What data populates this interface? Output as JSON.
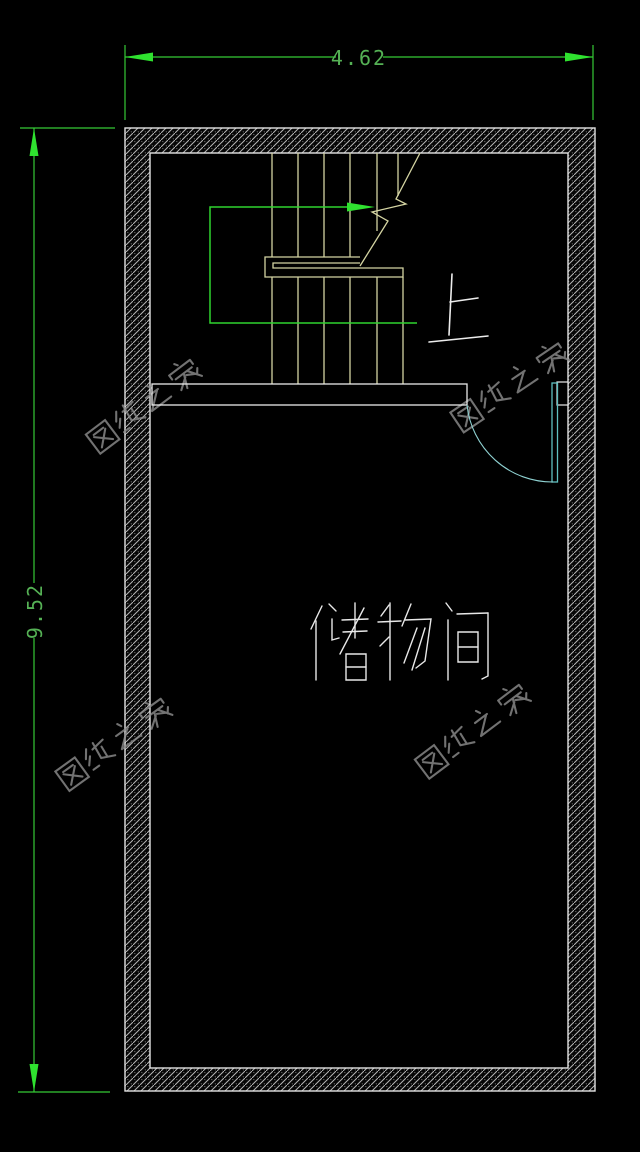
{
  "meta": {
    "type": "cad-floor-plan",
    "background": "#000000"
  },
  "dimensions": {
    "width": {
      "value": "4.62"
    },
    "height": {
      "value": "9.52"
    }
  },
  "room": {
    "label": "储物间"
  },
  "stairs": {
    "direction_label": "上"
  },
  "watermark": {
    "text": "图纸之家",
    "instances": 4
  },
  "colors": {
    "dimension_line": "#35c935",
    "dimension_text": "#55b155",
    "arrow_green": "#2fe22f",
    "stair_line": "#d4d4a2",
    "wall_line": "#e3e3e3",
    "door_cyan": "#74c9c9",
    "room_text": "#e8e8e8",
    "watermark_gray": "#8c8c8c",
    "background": "#000000"
  }
}
